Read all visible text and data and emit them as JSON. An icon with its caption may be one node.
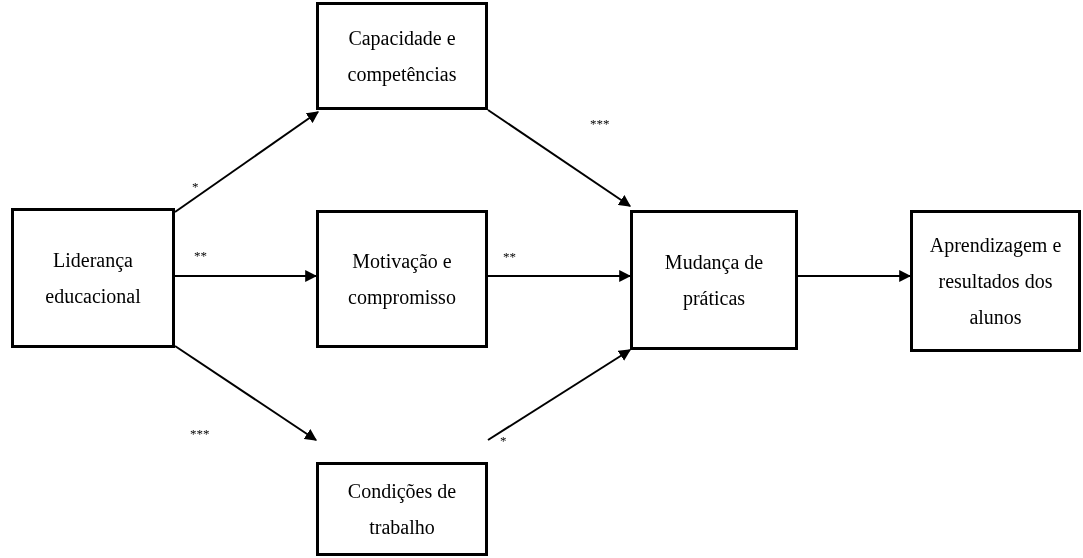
{
  "diagram": {
    "nodes": [
      {
        "text": [
          "Liderança educacional"
        ]
      },
      {
        "text": [
          "Capacidade e competências"
        ]
      },
      {
        "text": [
          "Motivação e compromisso"
        ]
      },
      {
        "text": [
          "Condições de trabalho"
        ]
      },
      {
        "text": [
          "Mudança de práticas"
        ]
      },
      {
        "text": [
          "Aprendizagem e resultados dos alunos"
        ]
      }
    ],
    "edges": [
      {
        "from": 0,
        "to": 1,
        "arrow": "to",
        "label": "*"
      },
      {
        "from": 0,
        "to": 2,
        "arrow": "to",
        "label": "**"
      },
      {
        "from": 0,
        "to": 3,
        "arrow": "to",
        "label": "***"
      },
      {
        "from": 1,
        "to": 4,
        "arrow": "to",
        "label": "***"
      },
      {
        "from": 2,
        "to": 4,
        "arrow": "to",
        "label": "**"
      },
      {
        "from": 3,
        "to": 4,
        "arrow": "to",
        "label": "*"
      },
      {
        "from": 4,
        "to": 5,
        "arrow": "to"
      }
    ]
  }
}
